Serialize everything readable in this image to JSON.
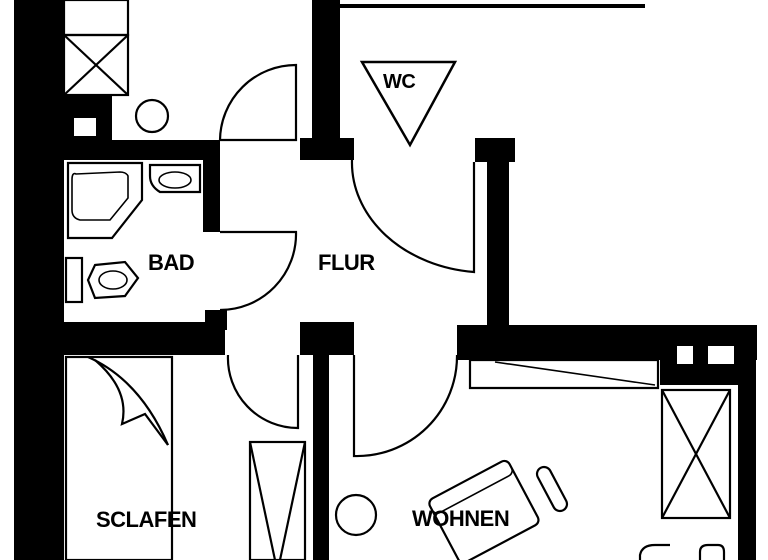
{
  "floor_plan": {
    "rooms": [
      {
        "id": "bad",
        "label": "BAD"
      },
      {
        "id": "flur",
        "label": "FLUR"
      },
      {
        "id": "wc",
        "label": "WC"
      },
      {
        "id": "schlafen",
        "label": "SCLAFEN"
      },
      {
        "id": "wohnen",
        "label": "WOHNEN"
      }
    ],
    "colors": {
      "wall": "#000000",
      "background": "#ffffff"
    }
  }
}
